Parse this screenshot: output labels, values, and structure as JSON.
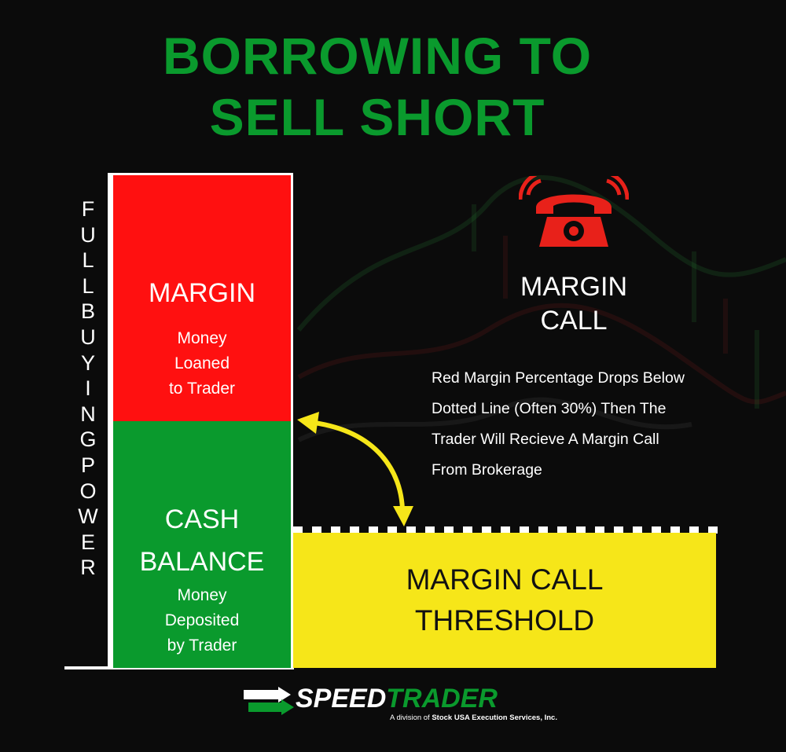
{
  "title": {
    "line1": "BORROWING TO",
    "line2": "SELL SHORT"
  },
  "vertical_label": [
    "F",
    "U",
    "L",
    "L",
    "B",
    "U",
    "Y",
    "I",
    "N",
    "G",
    "P",
    "O",
    "W",
    "E",
    "R"
  ],
  "margin_box": {
    "heading": "MARGIN",
    "sub1": "Money",
    "sub2": "Loaned",
    "sub3": "to Trader"
  },
  "cash_box": {
    "heading1": "CASH",
    "heading2": "BALANCE",
    "sub1": "Money",
    "sub2": "Deposited",
    "sub3": "by Trader"
  },
  "threshold": {
    "line1": "MARGIN CALL",
    "line2": "THRESHOLD"
  },
  "margin_call": {
    "title1": "MARGIN",
    "title2": "CALL",
    "desc1": "Red Margin Percentage Drops Below",
    "desc2": "Dotted Line (Often 30%) Then The",
    "desc3": "Trader Will Recieve A Margin Call",
    "desc4": "From Brokerage"
  },
  "logo": {
    "speed": "SPEED",
    "trader": "TRADER",
    "sub_prefix": "A division of",
    "sub_company": "Stock USA Execution Services, Inc."
  },
  "icons": {
    "phone": "ringing-telephone-icon",
    "arrow": "double-headed-curved-arrow",
    "logo_arrows": "speedtrader-arrows-icon"
  },
  "colors": {
    "title_green": "#0a9a2d",
    "margin_red": "#ff1010",
    "cash_green": "#0a9a2d",
    "threshold_yellow": "#f6e619",
    "phone_red": "#e8211a",
    "arrow_yellow": "#f6e619"
  }
}
